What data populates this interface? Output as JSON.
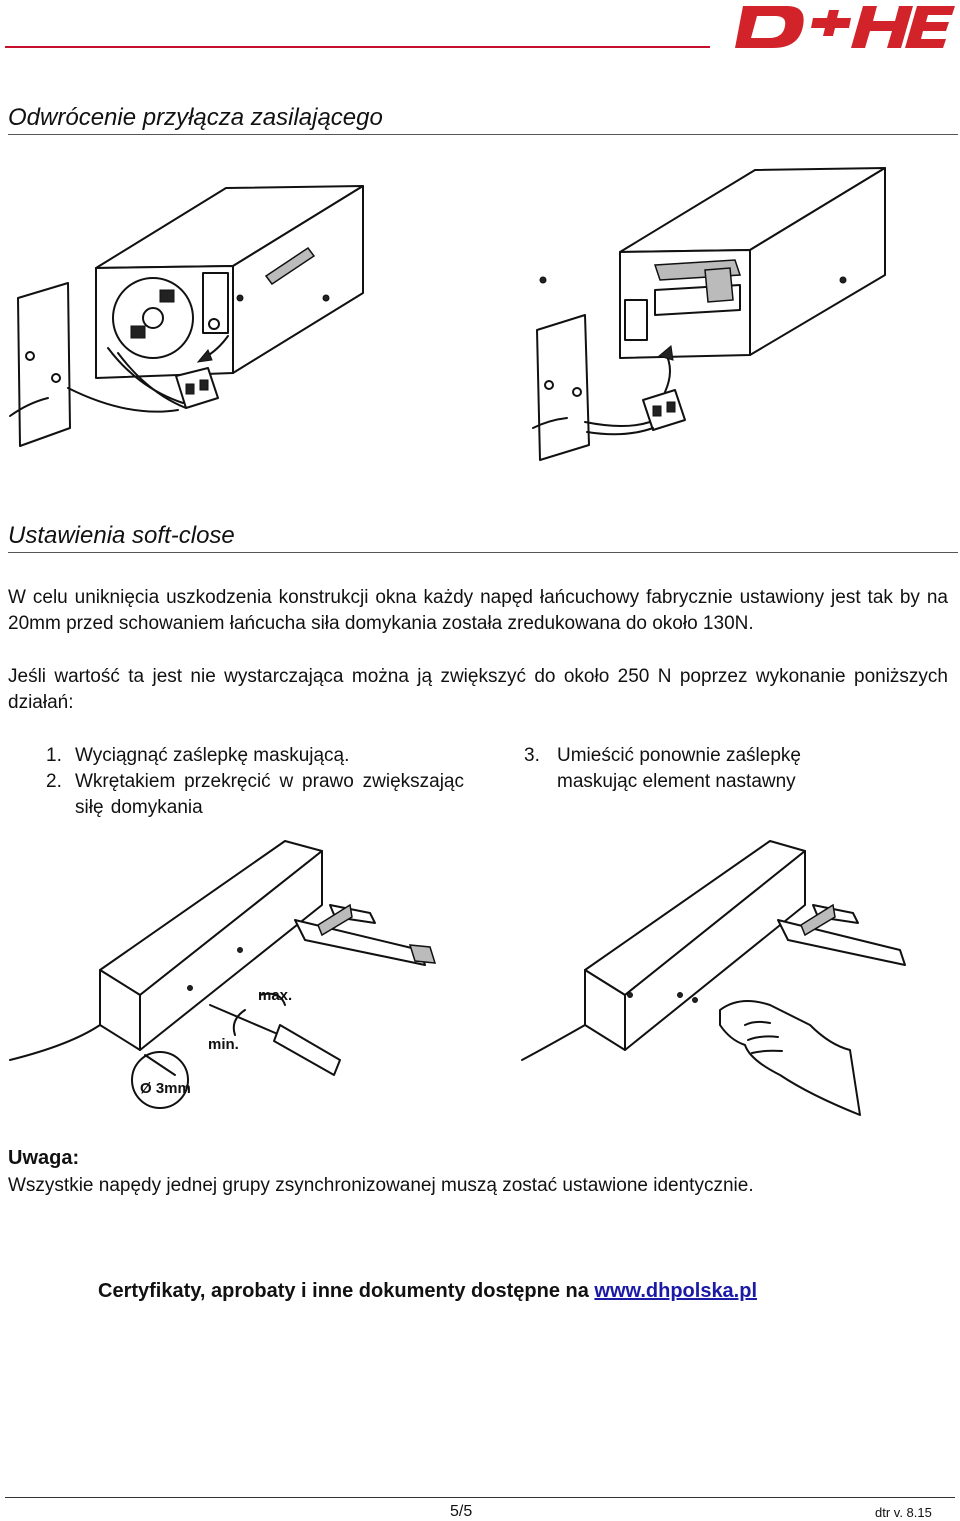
{
  "header": {
    "logo_text": "D+H",
    "brand_color": "#d2232a"
  },
  "section1": {
    "title": "Odwrócenie przyłącza zasilającego"
  },
  "section2": {
    "title": "Ustawienia soft-close",
    "paragraph1": "W celu uniknięcia uszkodzenia konstrukcji okna każdy napęd łańcuchowy fabrycznie ustawiony jest tak by na 20mm przed schowaniem łańcucha siła domykania została zredukowana do około 130N.",
    "paragraph2": "Jeśli wartość ta jest nie wystarczająca można ją zwiększyć do około 250 N poprzez wykonanie poniższych działań:",
    "steps": [
      {
        "num": "1.",
        "text": "Wyciągnąć zaślepkę maskującą."
      },
      {
        "num": "2.",
        "text": "Wkrętakiem przekręcić w prawo zwiększając siłę domykania"
      },
      {
        "num": "3.",
        "text": "Umieścić ponownie zaślepkę maskując element nastawny"
      }
    ],
    "figure_labels": {
      "max": "max.",
      "min": "min.",
      "diameter": "Ø 3mm"
    }
  },
  "note": {
    "title": "Uwaga:",
    "text": "Wszystkie napędy jednej grupy zsynchronizowanej muszą zostać ustawione identycznie."
  },
  "certificates": {
    "text": "Certyfikaty, aprobaty i inne dokumenty dostępne na ",
    "link": "www.dhpolska.pl"
  },
  "footer": {
    "page": "5/5",
    "version": "dtr v. 8.15"
  }
}
